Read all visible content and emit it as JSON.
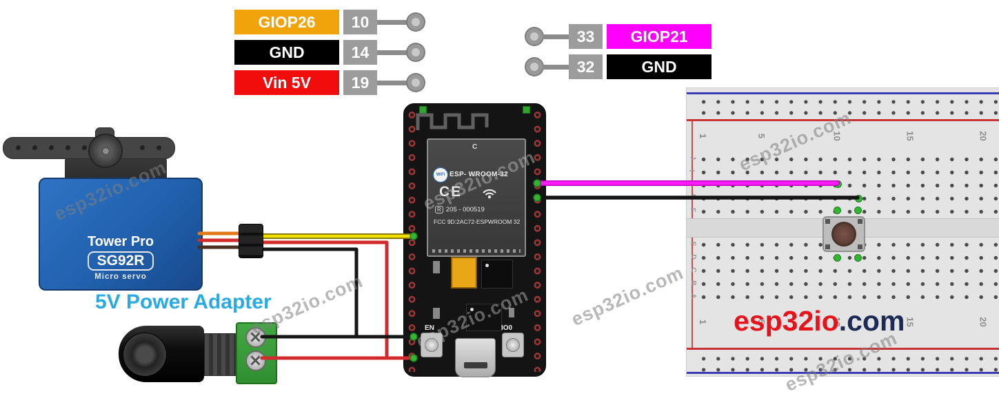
{
  "watermark": {
    "text": "esp32io.com"
  },
  "left_pins": {
    "rows": [
      {
        "label": "GIOP26",
        "pin": "10",
        "label_bg": "#F0A30A"
      },
      {
        "label": "GND",
        "pin": "14",
        "label_bg": "#000000"
      },
      {
        "label": "Vin 5V",
        "pin": "19",
        "label_bg": "#F20D0D"
      }
    ]
  },
  "right_pins": {
    "rows": [
      {
        "pin": "33",
        "label": "GIOP21",
        "label_bg": "#FF00FF"
      },
      {
        "pin": "32",
        "label": "GND",
        "label_bg": "#000000"
      }
    ]
  },
  "servo": {
    "brand": "Tower Pro",
    "model": "SG92R",
    "type": "Micro servo"
  },
  "power_adapter": {
    "label": "5V Power Adapter",
    "label_color": "#29ABE2"
  },
  "esp32": {
    "top_marking": "C",
    "wifi_badge": "WiFi",
    "module": "ESP- WROOM-32",
    "ce_mark": "CE",
    "reg_mark": "R",
    "serial": "205 - 000519",
    "fcc_line": "FCC 9D:2AC72-ESPWROOM 32",
    "en_button": "EN",
    "boot_button": "IO0"
  },
  "breadboard": {
    "column_numbers": [
      "1",
      "5",
      "10",
      "15",
      "20"
    ],
    "row_letters_upper": [
      "J",
      "I",
      "H",
      "G",
      "F"
    ],
    "row_letters_lower": [
      "E",
      "D",
      "C",
      "B",
      "A"
    ],
    "logo": {
      "primary": "esp32io",
      "secondary": ".com",
      "primary_color": "#E8121A",
      "secondary_color": "#1C2B55"
    }
  },
  "wires": {
    "servo_signal_lead": "#E07818",
    "servo_power_lead": "#D12B2B",
    "servo_ground_lead": "#4A3220",
    "signal_jumper": "#F2DE00",
    "power_5v_jumper": "#D12B2B",
    "ground_jumper": "#161616",
    "button_signal_jumper": "#FF1AFF",
    "terminal_green": "#33B733"
  }
}
